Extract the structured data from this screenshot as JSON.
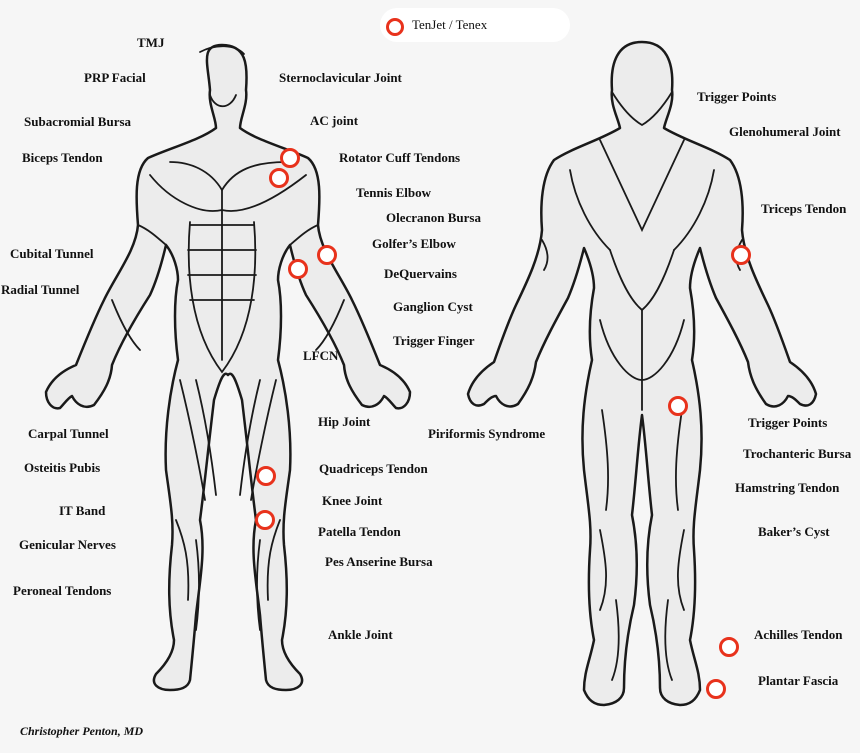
{
  "legend": {
    "label": "TenJet / Tenex",
    "marker_color": "#e8321c"
  },
  "front_left_labels": [
    "TMJ",
    "PRP Facial",
    "Subacromial Bursa",
    "Biceps Tendon",
    "Cubital Tunnel",
    "Radial Tunnel",
    "Carpal Tunnel",
    "Osteitis Pubis",
    "IT Band",
    "Genicular Nerves",
    "Peroneal Tendons"
  ],
  "front_right_labels": [
    "Sternoclavicular Joint",
    "AC joint",
    "Rotator Cuff Tendons",
    "Tennis Elbow",
    "Olecranon Bursa",
    "Golfer’s Elbow",
    "DeQuervains",
    "Ganglion Cyst",
    "Trigger Finger",
    "LFCN",
    "Hip Joint",
    "Quadriceps Tendon",
    "Knee Joint",
    "Patella Tendon",
    "Pes Anserine Bursa",
    "Ankle Joint"
  ],
  "back_labels": [
    "Trigger Points",
    "Glenohumeral Joint",
    "Triceps Tendon",
    "Piriformis Syndrome",
    "Trigger Points",
    "Trochanteric Bursa",
    "Hamstring Tendon",
    "Baker’s Cyst",
    "Achilles Tendon",
    "Plantar Fascia"
  ],
  "credit": "Christopher Penton, MD"
}
